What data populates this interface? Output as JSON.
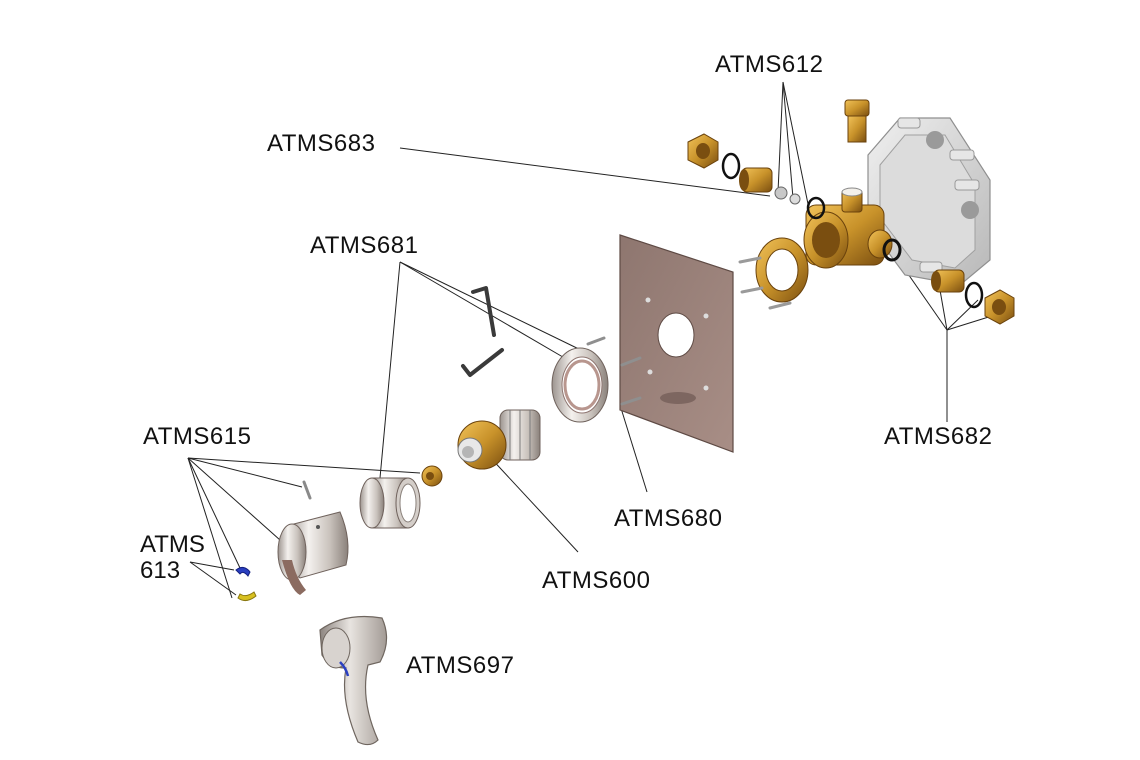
{
  "labels": {
    "atms612": "ATMS612",
    "atms683": "ATMS683",
    "atms681": "ATMS681",
    "atms682": "ATMS682",
    "atms615": "ATMS615",
    "atms613_line1": "ATMS",
    "atms613_line2": "613",
    "atms680": "ATMS680",
    "atms600": "ATMS600",
    "atms697": "ATMS697"
  },
  "colors": {
    "brass": "#c8922a",
    "brass_dark": "#8a5a10",
    "chrome": "#cfcac6",
    "chrome_dark": "#8c8682",
    "plate": "#9a7f78",
    "gasket": "#b07a52",
    "clip_blue": "#2a3fc0",
    "clip_yellow": "#d8c020",
    "leader": "#222222"
  }
}
